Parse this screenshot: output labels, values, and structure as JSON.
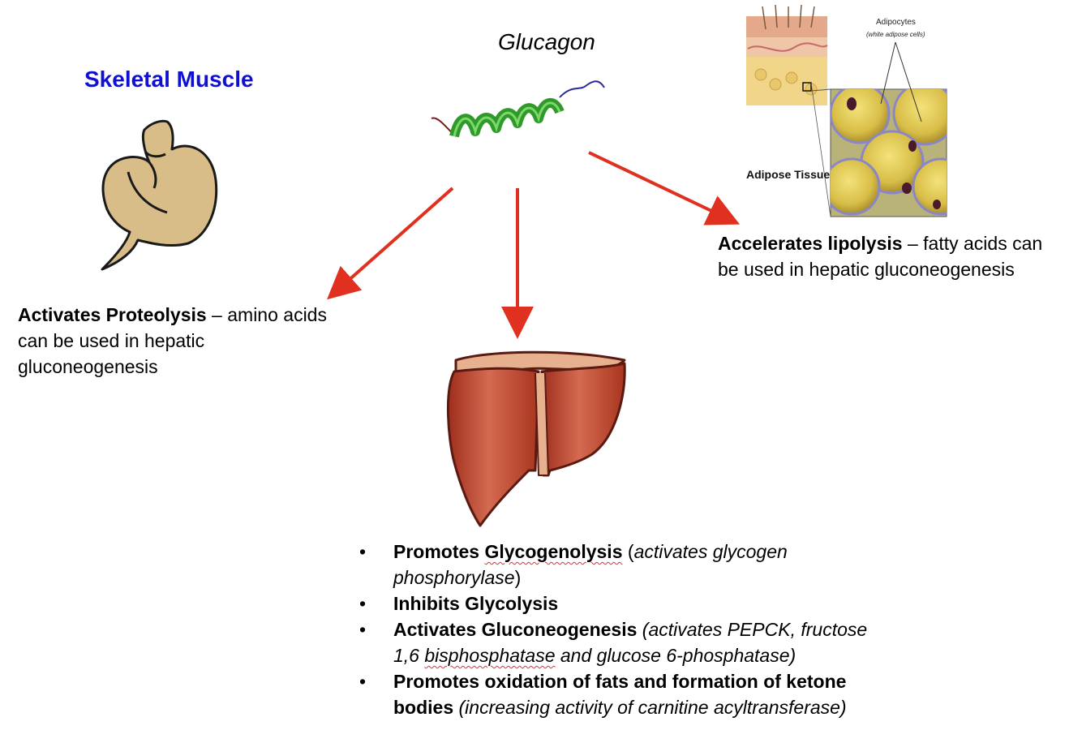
{
  "glucagon": {
    "title": "Glucagon"
  },
  "muscle": {
    "title": "Skeletal Muscle",
    "effect_bold": "Activates Proteolysis",
    "effect_rest": " – amino acids can be used in hepatic gluconeogenesis"
  },
  "adipose": {
    "adipocytes_label": "Adipocytes",
    "adipocytes_sub": "(white adipose cells)",
    "tissue_label": "Adipose Tissue",
    "effect_bold": "Accelerates lipolysis",
    "effect_rest": " – fatty acids can be used in hepatic gluconeogenesis"
  },
  "liver": {
    "bullet": "•",
    "effects": [
      {
        "bold_a": "Promotes ",
        "bold_sq": "Glycogenolysis",
        "normal": " (",
        "italic": "activates glycogen phosphorylase",
        "tail": ")"
      },
      {
        "bold": "Inhibits Glycolysis"
      },
      {
        "bold": "Activates Gluconeogenesis",
        "italic_a": " (activates PEPCK, fructose 1,6 ",
        "italic_sq": "bisphosphatase",
        "italic_b": " and glucose 6-phosphatase)"
      },
      {
        "bold": "Promotes oxidation of fats and formation of ketone bodies",
        "italic": " (increasing activity of carnitine acyltransferase)"
      }
    ]
  },
  "colors": {
    "arrow": "#e03020",
    "muscle_title": "#1010d0",
    "liver": "#b3402a"
  }
}
